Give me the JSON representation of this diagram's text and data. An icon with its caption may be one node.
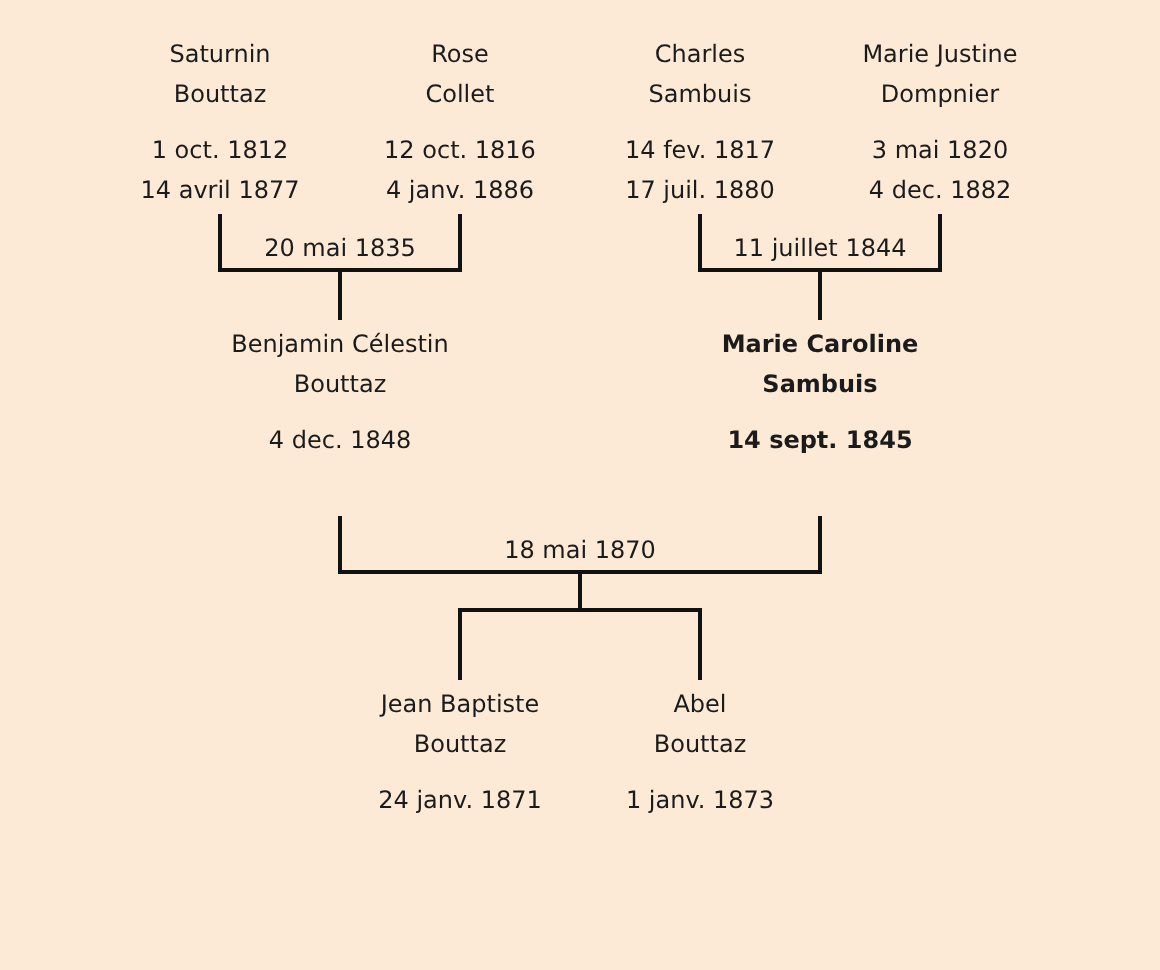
{
  "diagram": {
    "nodes": [
      {
        "text": [
          "Saturnin Bouttaz",
          "1 oct. 1812",
          "14 avril 1877"
        ]
      },
      {
        "text": [
          "Rose Collet",
          "12 oct. 1816",
          "4 janv. 1886"
        ]
      },
      {
        "text": [
          "Charles Sambuis",
          "14 fev. 1817",
          "17 juil. 1880"
        ]
      },
      {
        "text": [
          "Marie Justine Dompnier",
          "3 mai 1820",
          "4 dec. 1882"
        ]
      },
      {
        "text": [
          "Benjamin Célestin Bouttaz",
          "4 dec. 1848"
        ]
      },
      {
        "text": [
          "Marie Caroline Sambuis",
          "14 sept. 1845"
        ]
      },
      {
        "text": [
          "Jean Baptiste Bouttaz",
          "24 janv. 1871"
        ]
      },
      {
        "text": [
          "Abel Bouttaz",
          "1 janv. 1873"
        ]
      }
    ],
    "edges": [
      {
        "from": 0,
        "to": 1,
        "arrow": "none",
        "label": "20 mai 1835"
      },
      {
        "from": 0,
        "to": 4,
        "arrow": "none"
      },
      {
        "from": 1,
        "to": 4,
        "arrow": "none"
      },
      {
        "from": 2,
        "to": 3,
        "arrow": "none",
        "label": "11 juillet 1844"
      },
      {
        "from": 2,
        "to": 5,
        "arrow": "none"
      },
      {
        "from": 3,
        "to": 5,
        "arrow": "none"
      },
      {
        "from": 4,
        "to": 5,
        "arrow": "none",
        "label": "18 mai 1870"
      },
      {
        "from": 4,
        "to": 6,
        "arrow": "none"
      },
      {
        "from": 4,
        "to": 7,
        "arrow": "none"
      },
      {
        "from": 5,
        "to": 6,
        "arrow": "none"
      },
      {
        "from": 5,
        "to": 7,
        "arrow": "none"
      }
    ]
  }
}
